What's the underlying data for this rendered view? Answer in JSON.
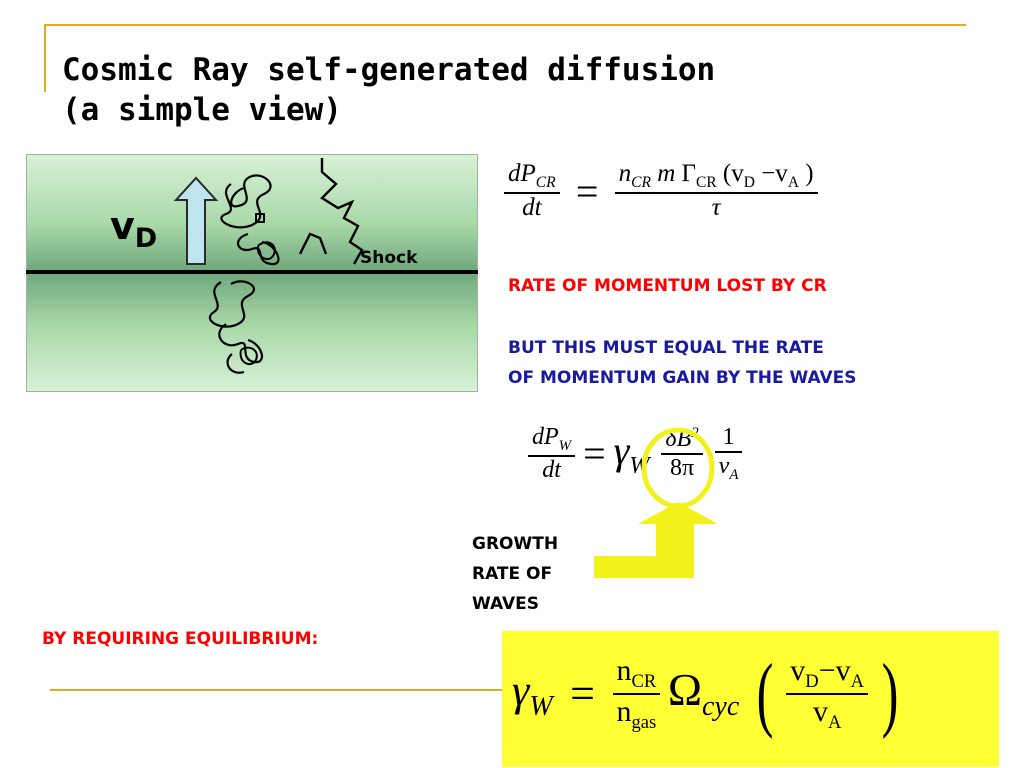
{
  "slide": {
    "title_line1": "Cosmic Ray self-generated diffusion",
    "title_line2": "(a simple view)",
    "diagram": {
      "velocity_symbol": "v",
      "velocity_subscript": "D",
      "shock_label": "Shock"
    },
    "eq1": {
      "lhs_num": "dP",
      "lhs_num_sub": "CR",
      "lhs_den": "dt",
      "equals": "=",
      "rhs_n": "n",
      "rhs_n_sub": "CR",
      "rhs_m": "m",
      "rhs_gamma": "Γ",
      "rhs_gamma_sub": "CR",
      "rhs_open": "(v",
      "rhs_vd_sub": "D",
      "rhs_minus": "−v",
      "rhs_va_sub": "A",
      "rhs_close": ")",
      "rhs_den": "τ"
    },
    "text_rate_lost": "RATE OF MOMENTUM LOST BY CR",
    "text_but_line1": "BUT THIS MUST EQUAL THE RATE",
    "text_but_line2": "OF MOMENTUM GAIN BY THE WAVES",
    "eq2": {
      "lhs_num": "dP",
      "lhs_num_sub": "W",
      "lhs_den": "dt",
      "equals": "=",
      "gamma": "γ",
      "gamma_sub": "W",
      "frac1_num": "δB",
      "frac1_num_sup": "2",
      "frac1_den": "8π",
      "frac2_num": "1",
      "frac2_den": "v",
      "frac2_den_sub": "A"
    },
    "growth_line1": "GROWTH",
    "growth_line2": "RATE OF",
    "growth_line3": "WAVES",
    "text_equilibrium": "BY REQUIRING EQUILIBRIUM:",
    "eq3": {
      "gamma": "γ",
      "gamma_sub": "W",
      "equals": "=",
      "num": "n",
      "num_sub": "CR",
      "den": "n",
      "den_sub": "gas",
      "omega": "Ω",
      "omega_sub": "cyc",
      "pnum": "v",
      "pnum_sub1": "D",
      "pnum_minus": "−v",
      "pnum_sub2": "A",
      "pden": "v",
      "pden_sub": "A"
    },
    "colors": {
      "accent_rule": "#e0ac28",
      "highlight_box": "#ffff33",
      "arrow_yellow": "#f2f21a",
      "red_text": "#ff0000",
      "blue_text": "#1a1aa0"
    }
  }
}
